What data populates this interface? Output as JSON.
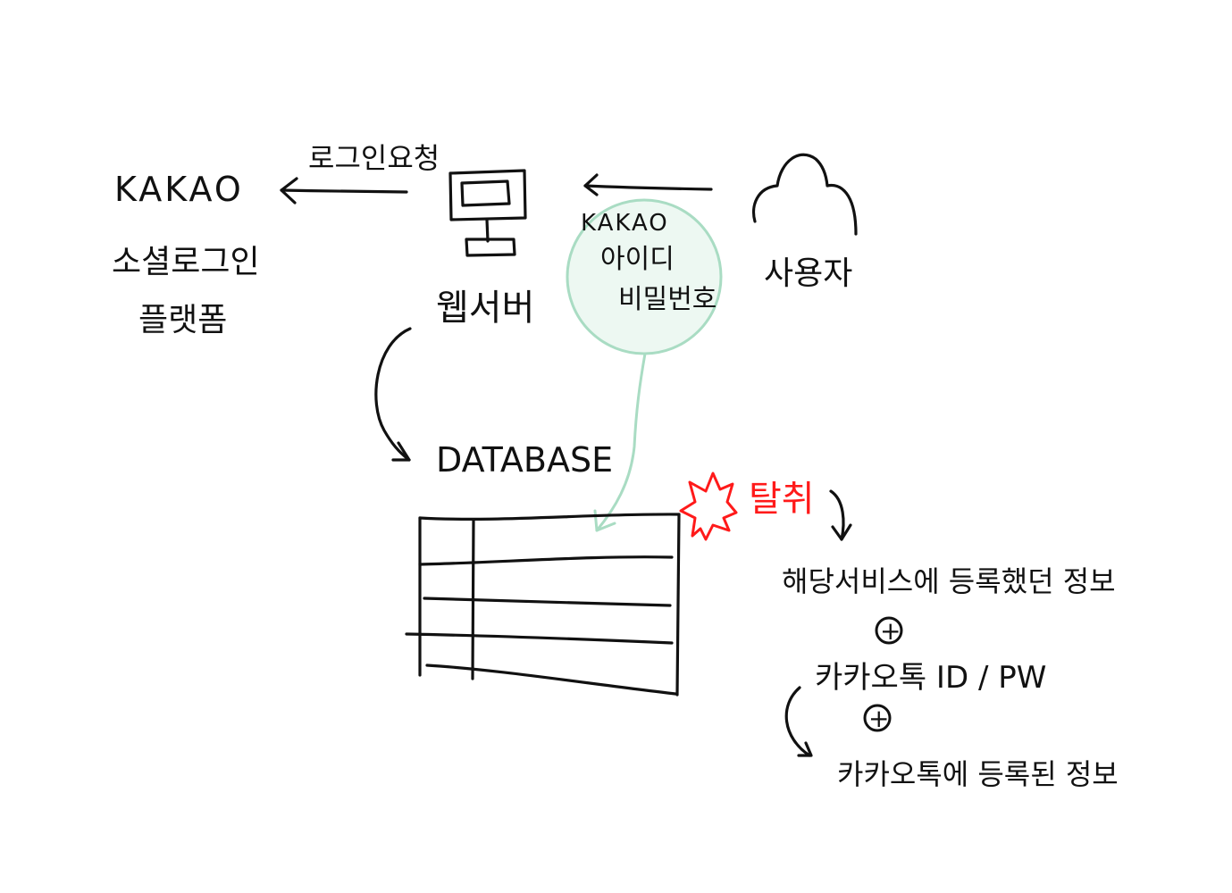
{
  "nodes": {
    "kakao": {
      "title": "KAKAO",
      "line1": "소셜로그인",
      "line2": "플랫폼"
    },
    "webserver": {
      "label": "웹서버"
    },
    "user": {
      "label": "사용자"
    },
    "database": {
      "label": "DATABASE"
    }
  },
  "edges": {
    "login_request": "로그인요청"
  },
  "credential_bubble": {
    "line1": "KAKAO",
    "line2": "아이디",
    "line3": "비밀번호"
  },
  "breach": {
    "label": "탈취"
  },
  "leaked_info": {
    "item1": "해당서비스에 등록했던 정보",
    "plus1": "+",
    "item2": "카카오톡 ID / PW",
    "plus2": "+",
    "item3": "카카오톡에 등록된 정보"
  },
  "colors": {
    "ink": "#111111",
    "bubble": "#a9dcc3",
    "breach": "#ff1a1a"
  },
  "icons": [
    "monitor-icon",
    "user-head-icon",
    "database-table-icon",
    "explosion-icon"
  ]
}
